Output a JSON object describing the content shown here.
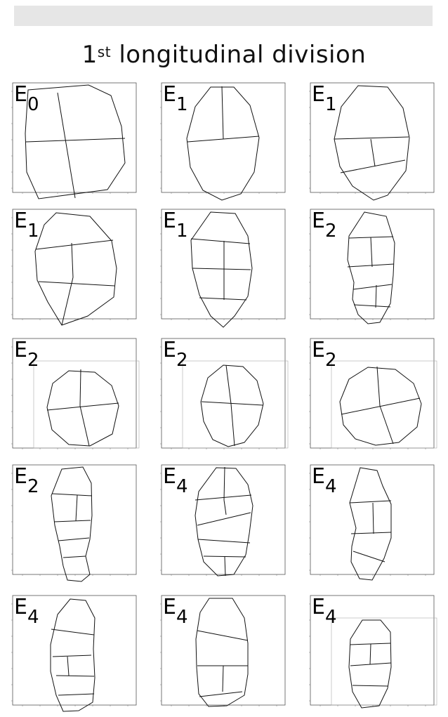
{
  "title": {
    "superscript": "st",
    "rest": " longitudinal division",
    "number": "1"
  },
  "panels": [
    {
      "label": "E",
      "sub": "0"
    },
    {
      "label": "E",
      "sub": "1"
    },
    {
      "label": "E",
      "sub": "1"
    },
    {
      "label": "E",
      "sub": "1"
    },
    {
      "label": "E",
      "sub": "1"
    },
    {
      "label": "E",
      "sub": "2"
    },
    {
      "label": "E",
      "sub": "2"
    },
    {
      "label": "E",
      "sub": "2"
    },
    {
      "label": "E",
      "sub": "2"
    },
    {
      "label": "E",
      "sub": "2"
    },
    {
      "label": "E",
      "sub": "4"
    },
    {
      "label": "E",
      "sub": "4"
    },
    {
      "label": "E",
      "sub": "4"
    },
    {
      "label": "E",
      "sub": "4"
    },
    {
      "label": "E",
      "sub": "4"
    }
  ]
}
